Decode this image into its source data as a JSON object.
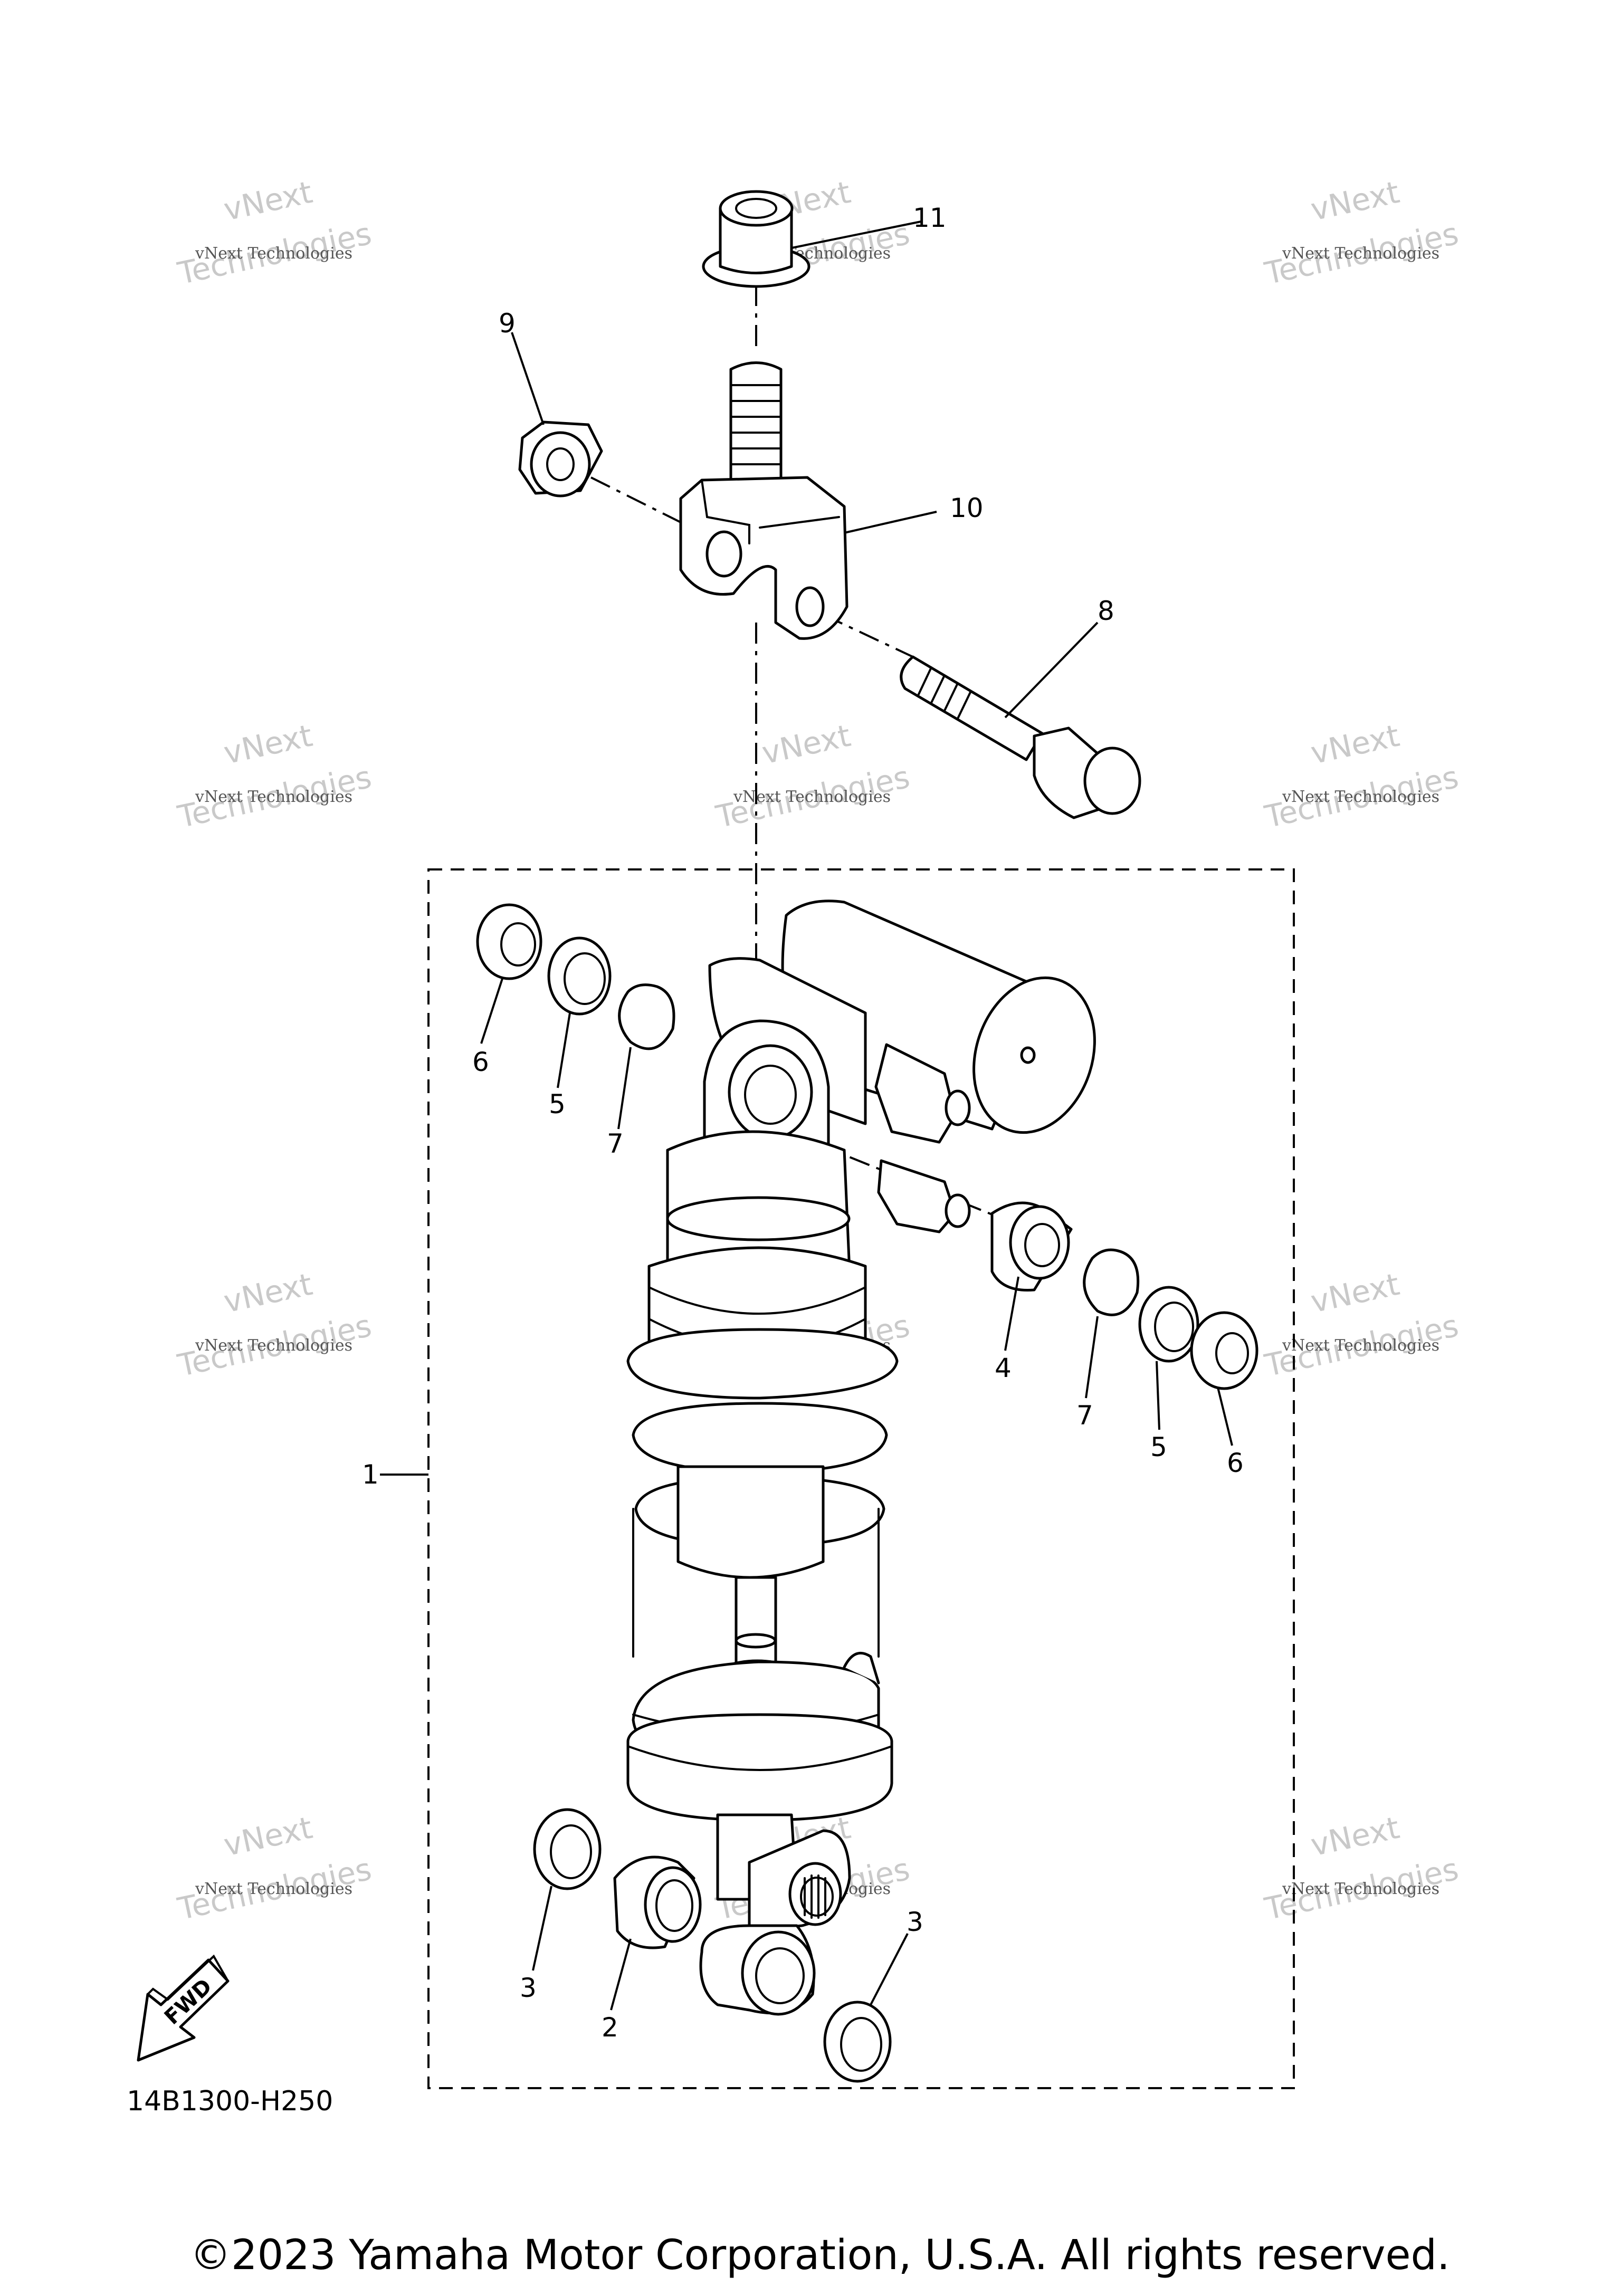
{
  "diagram": {
    "callouts": {
      "c1": "1",
      "c2": "2",
      "c3a": "3",
      "c3b": "3",
      "c4": "4",
      "c5a": "5",
      "c5b": "5",
      "c6a": "6",
      "c6b": "6",
      "c7a": "7",
      "c7b": "7",
      "c8": "8",
      "c9": "9",
      "c10": "10",
      "c11": "11"
    },
    "part_code": "14B1300-H250",
    "fwd_label": "FWD",
    "watermark": {
      "line1": "vNext Technologies",
      "line2": "vNext",
      "line3": "Technologies"
    }
  },
  "footer": {
    "copyright": "©2023 Yamaha Motor Corporation, U.S.A. All rights reserved."
  }
}
